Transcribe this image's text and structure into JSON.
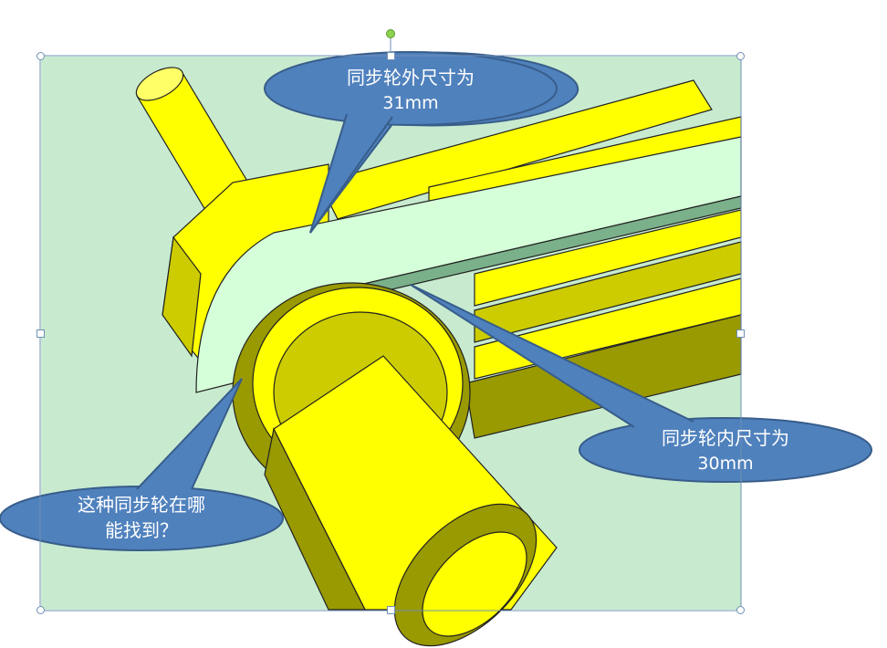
{
  "callouts": {
    "outer": {
      "line1": "同步轮外尺寸为",
      "line2": "31mm"
    },
    "inner": {
      "line1": "同步轮内尺寸为",
      "line2": "30mm"
    },
    "question": {
      "line1": "这种同步轮在哪",
      "line2": "能找到？"
    }
  },
  "colors": {
    "background": "#c8ebd0",
    "yellow": "#ffff00",
    "belt": "#d4ffd8",
    "callout_fill": "#4f81bd",
    "callout_border": "#385d8a"
  }
}
